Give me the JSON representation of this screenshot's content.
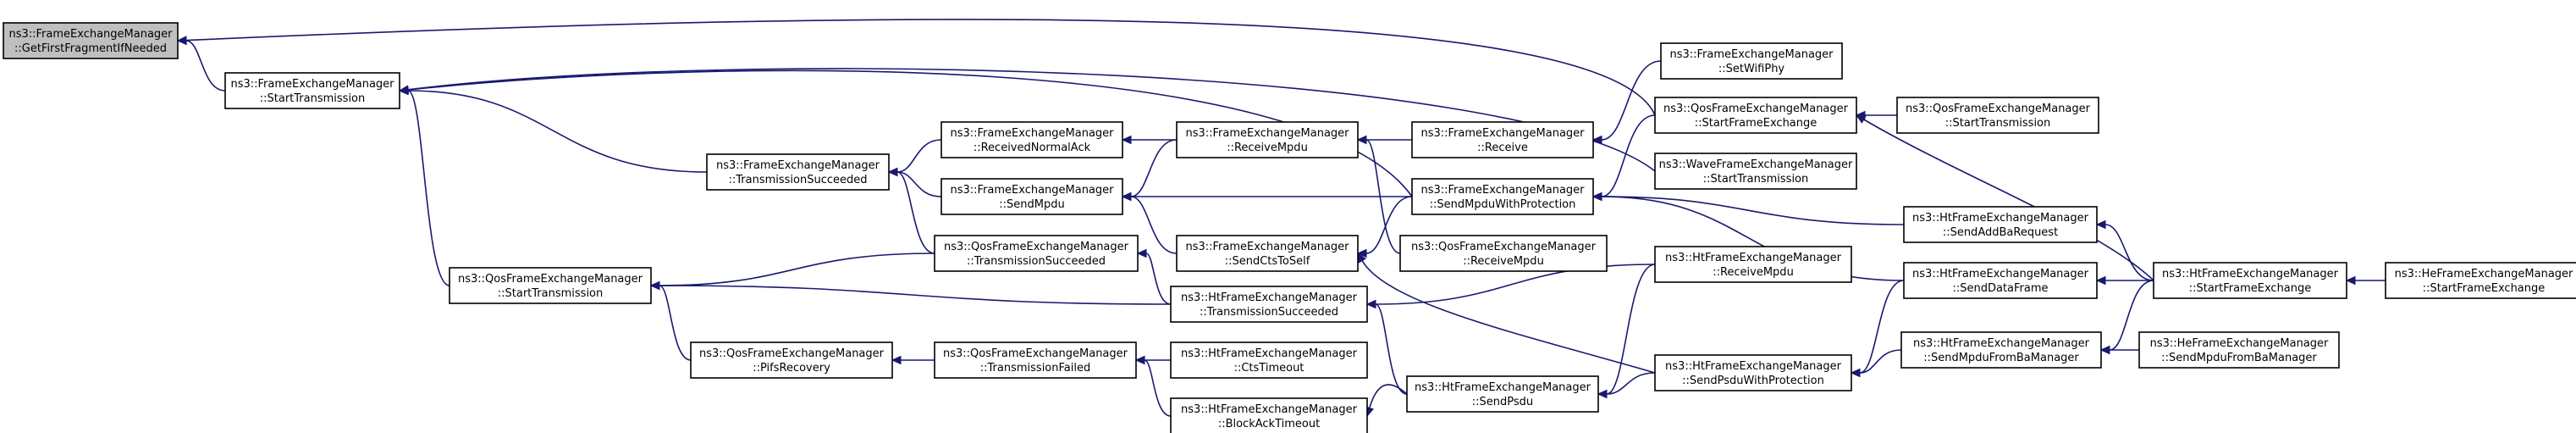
{
  "graph": {
    "node_fill": "#ffffff",
    "root_fill": "#bfbfbf",
    "node_border": "#000000",
    "edge_color": "#191970",
    "nodes": [
      {
        "id": "fem_getfirst",
        "root": true,
        "line1": "ns3::FrameExchangeManager",
        "line2": "::GetFirstFragmentIfNeeded"
      },
      {
        "id": "fem_starttx",
        "line1": "ns3::FrameExchangeManager",
        "line2": "::StartTransmission"
      },
      {
        "id": "qfem_starttx",
        "line1": "ns3::QosFrameExchangeManager",
        "line2": "::StartTransmission"
      },
      {
        "id": "fem_txsucc",
        "line1": "ns3::FrameExchangeManager",
        "line2": "::TransmissionSucceeded"
      },
      {
        "id": "qfem_pifs",
        "line1": "ns3::QosFrameExchangeManager",
        "line2": "::PifsRecovery"
      },
      {
        "id": "fem_rxnormalack",
        "line1": "ns3::FrameExchangeManager",
        "line2": "::ReceivedNormalAck"
      },
      {
        "id": "fem_sendmpdu",
        "line1": "ns3::FrameExchangeManager",
        "line2": "::SendMpdu"
      },
      {
        "id": "qfem_txsucc",
        "line1": "ns3::QosFrameExchangeManager",
        "line2": "::TransmissionSucceeded"
      },
      {
        "id": "qfem_txfailed",
        "line1": "ns3::QosFrameExchangeManager",
        "line2": "::TransmissionFailed"
      },
      {
        "id": "fem_receivempdu",
        "line1": "ns3::FrameExchangeManager",
        "line2": "::ReceiveMpdu"
      },
      {
        "id": "fem_sendcts",
        "line1": "ns3::FrameExchangeManager",
        "line2": "::SendCtsToSelf"
      },
      {
        "id": "htfem_txsucc",
        "line1": "ns3::HtFrameExchangeManager",
        "line2": "::TransmissionSucceeded"
      },
      {
        "id": "htfem_ctstimeout",
        "line1": "ns3::HtFrameExchangeManager",
        "line2": "::CtsTimeout"
      },
      {
        "id": "htfem_blockack",
        "line1": "ns3::HtFrameExchangeManager",
        "line2": "::BlockAckTimeout"
      },
      {
        "id": "fem_receive",
        "line1": "ns3::FrameExchangeManager",
        "line2": "::Receive"
      },
      {
        "id": "fem_sendmpduprot",
        "line1": "ns3::FrameExchangeManager",
        "line2": "::SendMpduWithProtection"
      },
      {
        "id": "qfem_receivempdu",
        "line1": "ns3::QosFrameExchangeManager",
        "line2": "::ReceiveMpdu"
      },
      {
        "id": "htfem_sendpsdu",
        "line1": "ns3::HtFrameExchangeManager",
        "line2": "::SendPsdu"
      },
      {
        "id": "fem_setwifiphy",
        "line1": "ns3::FrameExchangeManager",
        "line2": "::SetWifiPhy"
      },
      {
        "id": "qfem_startfe",
        "line1": "ns3::QosFrameExchangeManager",
        "line2": "::StartFrameExchange"
      },
      {
        "id": "wfem_starttx",
        "line1": "ns3::WaveFrameExchangeManager",
        "line2": "::StartTransmission"
      },
      {
        "id": "htfem_receivempdu",
        "line1": "ns3::HtFrameExchangeManager",
        "line2": "::ReceiveMpdu"
      },
      {
        "id": "htfem_sendpsduprot",
        "line1": "ns3::HtFrameExchangeManager",
        "line2": "::SendPsduWithProtection"
      },
      {
        "id": "qfem_starttx2",
        "line1": "ns3::QosFrameExchangeManager",
        "line2": "::StartTransmission"
      },
      {
        "id": "htfem_sendaddba",
        "line1": "ns3::HtFrameExchangeManager",
        "line2": "::SendAddBaRequest"
      },
      {
        "id": "htfem_senddata",
        "line1": "ns3::HtFrameExchangeManager",
        "line2": "::SendDataFrame"
      },
      {
        "id": "htfem_sendmpdufromba",
        "line1": "ns3::HtFrameExchangeManager",
        "line2": "::SendMpduFromBaManager"
      },
      {
        "id": "htfem_startfe",
        "line1": "ns3::HtFrameExchangeManager",
        "line2": "::StartFrameExchange"
      },
      {
        "id": "hefem_sendmpdufromba",
        "line1": "ns3::HeFrameExchangeManager",
        "line2": "::SendMpduFromBaManager"
      },
      {
        "id": "hefem_startfe",
        "line1": "ns3::HeFrameExchangeManager",
        "line2": "::StartFrameExchange"
      }
    ],
    "edges": [
      {
        "from": "fem_starttx",
        "to": "fem_getfirst"
      },
      {
        "from": "qfem_startfe",
        "to": "fem_getfirst"
      },
      {
        "from": "qfem_starttx",
        "to": "fem_starttx"
      },
      {
        "from": "fem_txsucc",
        "to": "fem_starttx"
      },
      {
        "from": "fem_sendmpduprot",
        "to": "fem_starttx"
      },
      {
        "from": "wfem_starttx",
        "to": "fem_starttx"
      },
      {
        "from": "fem_rxnormalack",
        "to": "fem_txsucc"
      },
      {
        "from": "fem_sendmpdu",
        "to": "fem_txsucc"
      },
      {
        "from": "qfem_txsucc",
        "to": "fem_txsucc"
      },
      {
        "from": "qfem_txsucc",
        "to": "qfem_starttx"
      },
      {
        "from": "htfem_txsucc",
        "to": "qfem_starttx"
      },
      {
        "from": "qfem_pifs",
        "to": "qfem_starttx"
      },
      {
        "from": "qfem_txfailed",
        "to": "qfem_pifs"
      },
      {
        "from": "fem_receivempdu",
        "to": "fem_rxnormalack"
      },
      {
        "from": "fem_receivempdu",
        "to": "fem_sendmpdu"
      },
      {
        "from": "fem_sendmpduprot",
        "to": "fem_sendmpdu"
      },
      {
        "from": "fem_sendcts",
        "to": "fem_sendmpdu"
      },
      {
        "from": "htfem_txsucc",
        "to": "qfem_txsucc"
      },
      {
        "from": "htfem_ctstimeout",
        "to": "qfem_txfailed"
      },
      {
        "from": "htfem_blockack",
        "to": "qfem_txfailed"
      },
      {
        "from": "fem_receive",
        "to": "fem_receivempdu"
      },
      {
        "from": "qfem_receivempdu",
        "to": "fem_receivempdu"
      },
      {
        "from": "fem_sendmpduprot",
        "to": "fem_sendcts"
      },
      {
        "from": "htfem_sendpsduprot",
        "to": "fem_sendcts"
      },
      {
        "from": "htfem_receivempdu",
        "to": "htfem_txsucc"
      },
      {
        "from": "htfem_sendpsdu",
        "to": "htfem_txsucc"
      },
      {
        "from": "htfem_sendpsdu",
        "to": "htfem_blockack"
      },
      {
        "from": "fem_setwifiphy",
        "to": "fem_receive"
      },
      {
        "from": "qfem_startfe",
        "to": "fem_sendmpduprot"
      },
      {
        "from": "htfem_sendaddba",
        "to": "fem_sendmpduprot"
      },
      {
        "from": "htfem_senddata",
        "to": "fem_sendmpduprot"
      },
      {
        "from": "htfem_receivempdu",
        "to": "htfem_sendpsdu"
      },
      {
        "from": "htfem_sendpsduprot",
        "to": "htfem_sendpsdu"
      },
      {
        "from": "qfem_starttx2",
        "to": "qfem_startfe"
      },
      {
        "from": "htfem_startfe",
        "to": "qfem_startfe"
      },
      {
        "from": "htfem_senddata",
        "to": "htfem_sendpsduprot"
      },
      {
        "from": "htfem_sendmpdufromba",
        "to": "htfem_sendpsduprot"
      },
      {
        "from": "htfem_startfe",
        "to": "htfem_sendaddba"
      },
      {
        "from": "htfem_startfe",
        "to": "htfem_senddata"
      },
      {
        "from": "htfem_startfe",
        "to": "htfem_sendmpdufromba"
      },
      {
        "from": "hefem_sendmpdufromba",
        "to": "htfem_sendmpdufromba"
      },
      {
        "from": "hefem_startfe",
        "to": "htfem_startfe"
      }
    ]
  }
}
